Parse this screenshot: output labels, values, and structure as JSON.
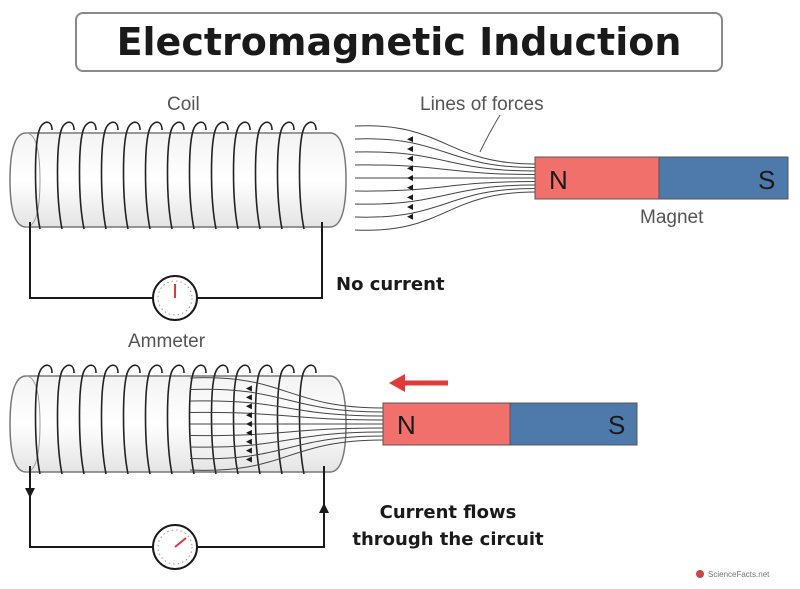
{
  "title": "Electromagnetic Induction",
  "top": {
    "coil_label": "Coil",
    "lines_label": "Lines of forces",
    "magnet_label": "Magnet",
    "status": "No current",
    "ammeter_label": "Ammeter",
    "north": "N",
    "south": "S"
  },
  "bottom": {
    "status_line1": "Current flows",
    "status_line2": "through the circuit",
    "north": "N",
    "south": "S"
  },
  "colors": {
    "north_pole": "#f2706b",
    "south_pole": "#4e79ab",
    "arrow": "#e03a3a",
    "wire": "#1a1a1a"
  },
  "watermark": "ScienceFacts.net"
}
